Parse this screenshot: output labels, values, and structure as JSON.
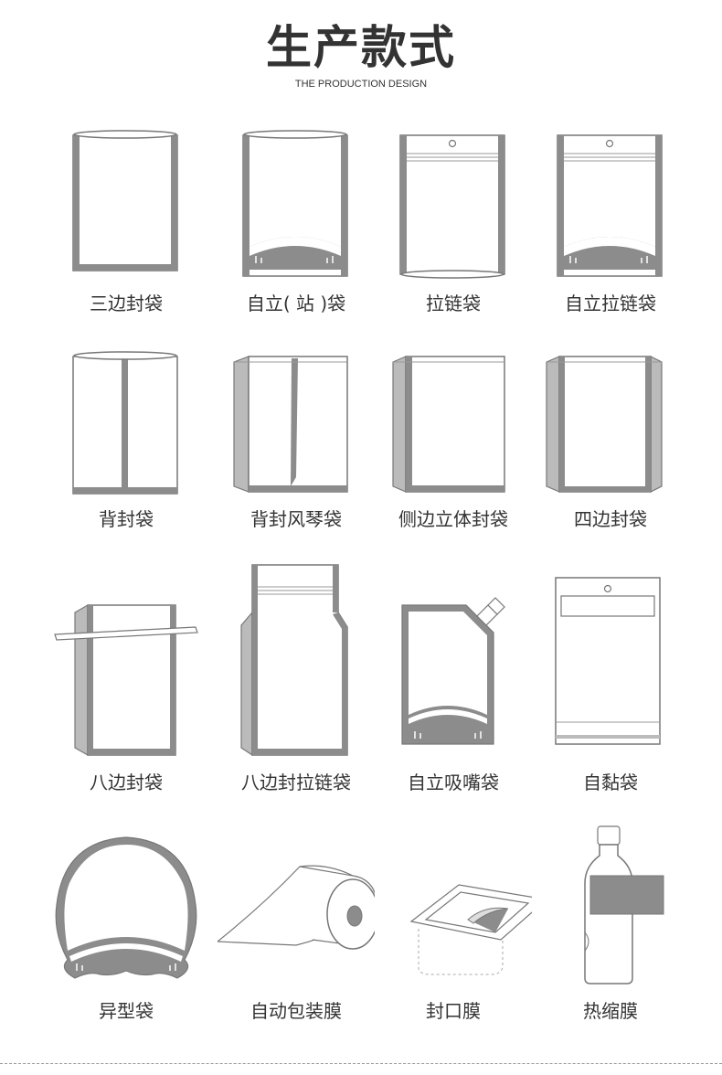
{
  "header": {
    "title": "生产款式",
    "subtitle": "THE PRODUCTION DESIGN"
  },
  "colors": {
    "gray": "#8c8c8c",
    "line": "#777777",
    "light": "#dddddd"
  },
  "items": [
    {
      "label": "三边封袋",
      "icon": "three-side-seal-bag-icon"
    },
    {
      "label": "自立( 站 )袋",
      "icon": "stand-up-pouch-icon"
    },
    {
      "label": "拉链袋",
      "icon": "zipper-bag-icon"
    },
    {
      "label": "自立拉链袋",
      "icon": "stand-up-zipper-pouch-icon"
    },
    {
      "label": "背封袋",
      "icon": "back-seal-bag-icon"
    },
    {
      "label": "背封风琴袋",
      "icon": "back-seal-gusset-bag-icon"
    },
    {
      "label": "侧边立体封袋",
      "icon": "side-gusset-bag-icon"
    },
    {
      "label": "四边封袋",
      "icon": "four-side-seal-bag-icon"
    },
    {
      "label": "八边封袋",
      "icon": "eight-side-seal-bag-icon"
    },
    {
      "label": "八边封拉链袋",
      "icon": "eight-side-zipper-bag-icon"
    },
    {
      "label": "自立吸嘴袋",
      "icon": "spout-pouch-icon"
    },
    {
      "label": "自黏袋",
      "icon": "self-adhesive-bag-icon"
    },
    {
      "label": "异型袋",
      "icon": "shaped-bag-icon"
    },
    {
      "label": "自动包装膜",
      "icon": "packaging-film-roll-icon"
    },
    {
      "label": "封口膜",
      "icon": "sealing-film-icon"
    },
    {
      "label": "热缩膜",
      "icon": "shrink-film-icon"
    }
  ]
}
